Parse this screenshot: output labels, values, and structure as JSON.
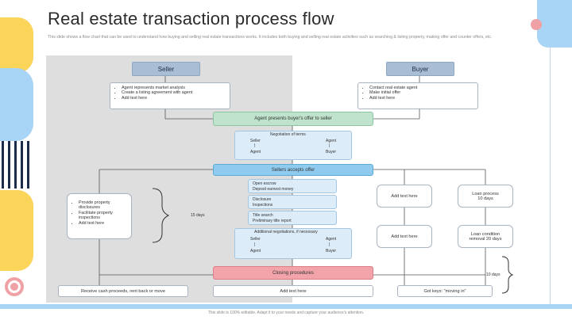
{
  "title": "Real estate transaction process flow",
  "subtitle": "This slide shows a flow chart that can be used to understand how buying and selling real estate transactions works. It includes both buying and selling real estate activities such as searching & listing property, making offer and counter offers, etc.",
  "headers": {
    "seller": "Seller",
    "buyer": "Buyer"
  },
  "seller_box": [
    "Agent represents market analysis",
    "Create a listing agreement with agent",
    "Add text here"
  ],
  "buyer_box": [
    "Contact real estate agent",
    "Make initial offer",
    "Add text here"
  ],
  "offer_step": "Agent presents buyer's offer to seller",
  "negotiation": {
    "title": "Negotiation of terms",
    "left_top": "Seller",
    "left_bottom": "Agent",
    "right_top": "Agent",
    "right_bottom": "Buyer",
    "divider": "|"
  },
  "accepts_step": "Sellers accepts offer",
  "middle_steps": [
    "Open escrow",
    "Deposit earnest money",
    "Disclosure",
    "Inspections",
    "Title search",
    "Preliminary title report"
  ],
  "left_list": [
    "Provide property disclosures",
    "Facilitate property inspections",
    "Add text here"
  ],
  "days_label_1": "15 days",
  "additional": {
    "title": "Additional negotiations, if necessary",
    "left_top": "Seller",
    "left_bottom": "Agent",
    "right_top": "Agent",
    "right_bottom": "Buyer",
    "divider": "|"
  },
  "right_col1": [
    "Add text here",
    "Add text here"
  ],
  "right_col2": [
    {
      "line1": "Loan process",
      "line2": "10 days"
    },
    {
      "line1": "Loan condition",
      "line2": "removal 20 days"
    }
  ],
  "closing_step": "Closing procedures",
  "days_label_2": "10 days",
  "bottom": [
    "Receive cash proceeds, rent back or move",
    "Add text here",
    "Got keys: \"moving in\""
  ],
  "footer": "This slide is 100% editable. Adapt it to your needs and capture your audience's attention.",
  "colors": {
    "header": "#a9bdd4",
    "green": "#bfe3cc",
    "blue": "#8fcbee",
    "pink": "#f2a4aa",
    "panel": "#dedede"
  }
}
